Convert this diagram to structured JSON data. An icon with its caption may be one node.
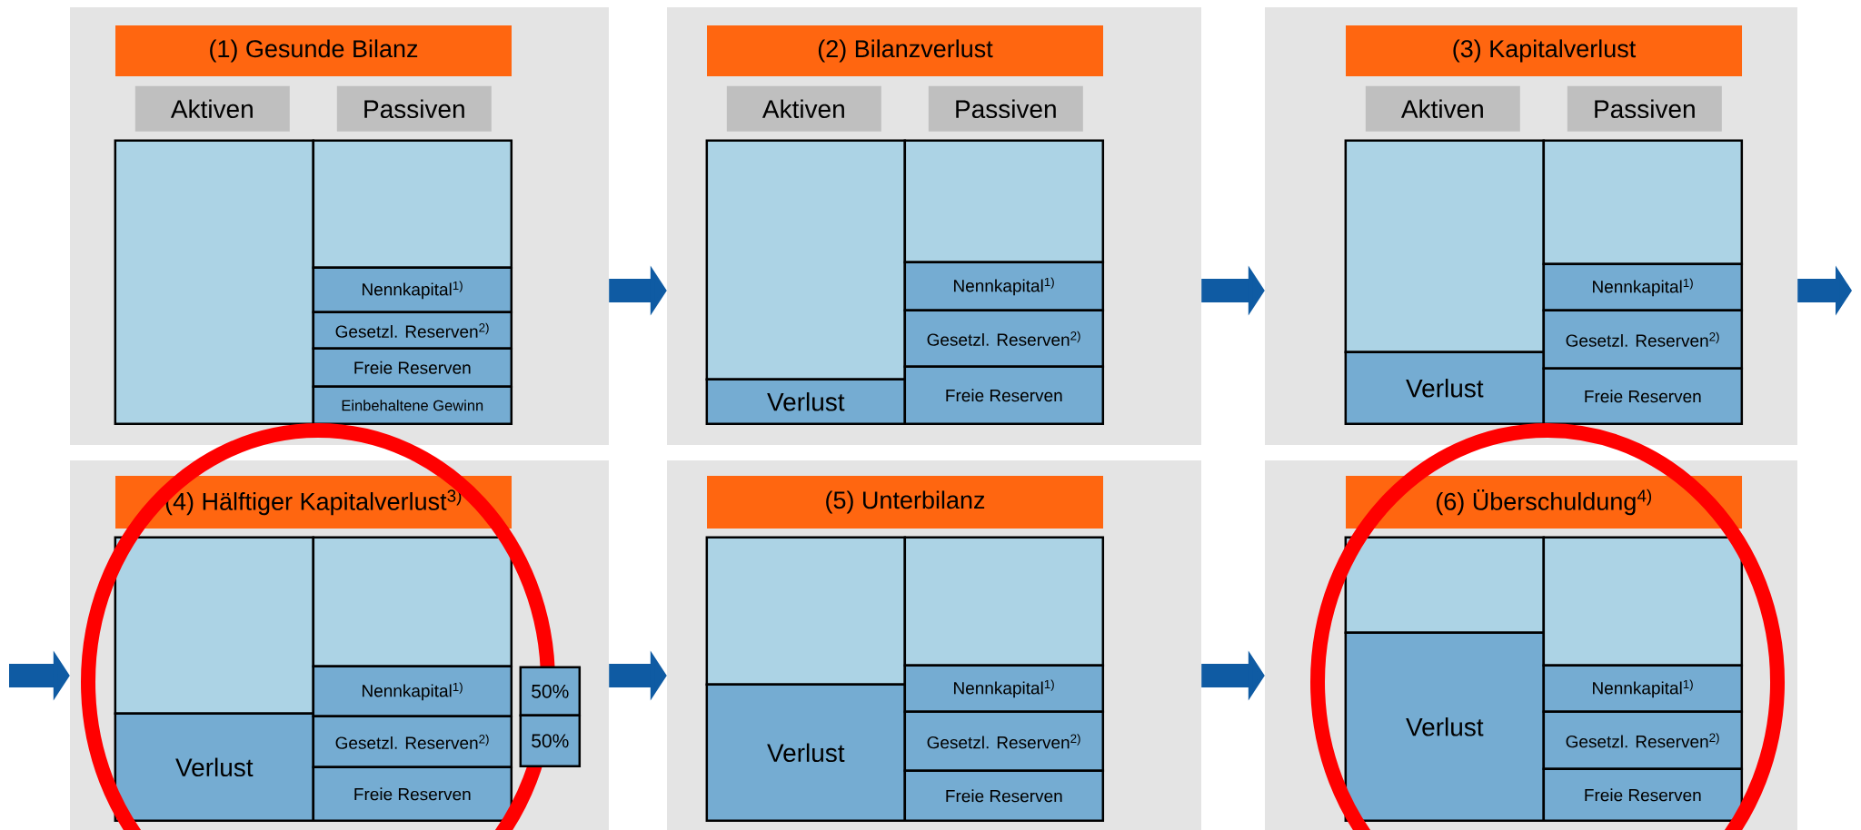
{
  "diagram": {
    "nodes": [
      {
        "text": [
          "(1) Gesunde Bilanz"
        ]
      },
      {
        "text": [
          "Aktiven"
        ],
        "in": 0
      },
      {
        "text": [
          "Passiven"
        ],
        "in": 0
      },
      {
        "text": [],
        "shape": "box",
        "in": 0
      },
      {
        "text": [],
        "shape": "box",
        "in": 0
      },
      {
        "text": [
          "Nennkapital$^{1)}$"
        ],
        "in": 0
      },
      {
        "text": [
          "Gesetzl. Reserven$^{2)}$"
        ],
        "in": 0
      },
      {
        "text": [
          "Freie Reserven"
        ],
        "in": 0
      },
      {
        "text": [
          "Einbehaltene Gewinn"
        ],
        "in": 0
      },
      {
        "text": [
          "(2) Bilanzverlust"
        ]
      },
      {
        "text": [
          "Aktiven"
        ],
        "in": 9
      },
      {
        "text": [
          "Passiven"
        ],
        "in": 9
      },
      {
        "text": [],
        "shape": "box",
        "in": 9
      },
      {
        "text": [
          "Verlust"
        ],
        "in": 9
      },
      {
        "text": [],
        "shape": "box",
        "in": 9
      },
      {
        "text": [
          "Nennkapital$^{1)}$"
        ],
        "in": 9
      },
      {
        "text": [
          "Gesetzl. Reserven$^{2)}$"
        ],
        "in": 9
      },
      {
        "text": [
          "Freie Reserven"
        ],
        "in": 9
      },
      {
        "text": [
          "(3) Kapitalverlust"
        ]
      },
      {
        "text": [
          "Aktiven"
        ],
        "in": 18
      },
      {
        "text": [
          "Passiven"
        ],
        "in": 18
      },
      {
        "text": [],
        "shape": "box",
        "in": 18
      },
      {
        "text": [
          "Verlust"
        ],
        "in": 18
      },
      {
        "text": [],
        "shape": "box",
        "in": 18
      },
      {
        "text": [
          "Nennkapital$^{1)}$"
        ],
        "in": 18
      },
      {
        "text": [
          "Gesetzl. Reserven$^{2)}$"
        ],
        "in": 18
      },
      {
        "text": [
          "Freie Reserven"
        ],
        "in": 18
      },
      {
        "text": [
          "(4) Hälftiger Kapitalverlust$^{3)}$"
        ]
      },
      {
        "text": [],
        "shape": "box",
        "in": 27
      },
      {
        "text": [
          "Verlust"
        ],
        "in": 27
      },
      {
        "text": [],
        "shape": "box",
        "in": 27
      },
      {
        "text": [
          "Nennkapital$^{1)}$"
        ],
        "in": 27
      },
      {
        "text": [
          "Gesetzl. Reserven$^{2)}$"
        ],
        "in": 27
      },
      {
        "text": [
          "Freie Reserven"
        ],
        "in": 27
      },
      {
        "text": [
          "50%"
        ],
        "in": 27
      },
      {
        "text": [
          "50%"
        ],
        "in": 27
      },
      {
        "text": [
          "(5) Unterbilanz"
        ]
      },
      {
        "text": [],
        "shape": "box",
        "in": 36
      },
      {
        "text": [
          "Verlust"
        ],
        "in": 36
      },
      {
        "text": [],
        "shape": "box",
        "in": 36
      },
      {
        "text": [
          "Nennkapital$^{1)}$"
        ],
        "in": 36
      },
      {
        "text": [
          "Gesetzl. Reserven$^{2)}$"
        ],
        "in": 36
      },
      {
        "text": [
          "Freie Reserven"
        ],
        "in": 36
      },
      {
        "text": [
          "(6) Überschuldung$^{4)}$"
        ]
      },
      {
        "text": [],
        "shape": "box",
        "in": 43
      },
      {
        "text": [
          "Verlust"
        ],
        "in": 43
      },
      {
        "text": [],
        "shape": "box",
        "in": 43
      },
      {
        "text": [
          "Nennkapital$^{1)}$"
        ],
        "in": 43
      },
      {
        "text": [
          "Gesetzl. Reserven$^{2)}$"
        ],
        "in": 43
      },
      {
        "text": [
          "Freie Reserven"
        ],
        "in": 43
      }
    ],
    "edges": [
      {
        "from": 0,
        "to": 9,
        "arrow": "to"
      },
      {
        "from": 9,
        "to": 18,
        "arrow": "to"
      },
      {
        "from": 18,
        "to": null,
        "arrow": "to"
      },
      {
        "from": null,
        "to": 27,
        "arrow": "to"
      },
      {
        "from": 27,
        "to": 36,
        "arrow": "to"
      },
      {
        "from": 36,
        "to": 43,
        "arrow": "to"
      }
    ]
  }
}
